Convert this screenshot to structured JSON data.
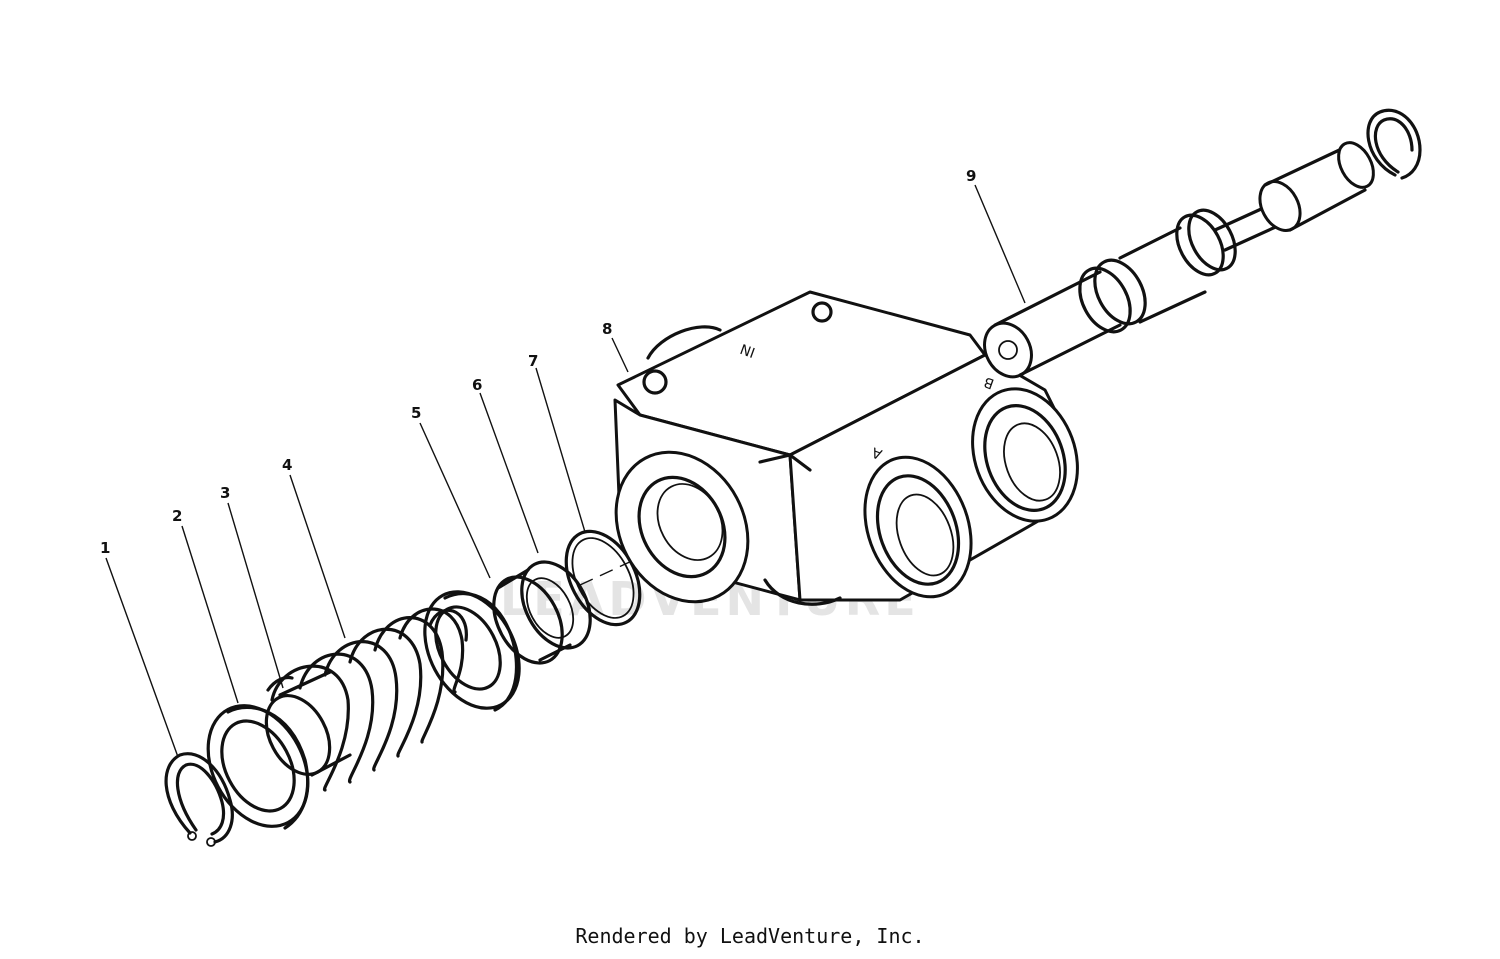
{
  "callouts": [
    "1",
    "2",
    "3",
    "4",
    "5",
    "6",
    "7",
    "8",
    "9"
  ],
  "body_marks": {
    "top": "IN",
    "side": "A",
    "port": "B"
  },
  "watermark": "LEADVENTURE",
  "footer": "Rendered by LeadVenture, Inc."
}
